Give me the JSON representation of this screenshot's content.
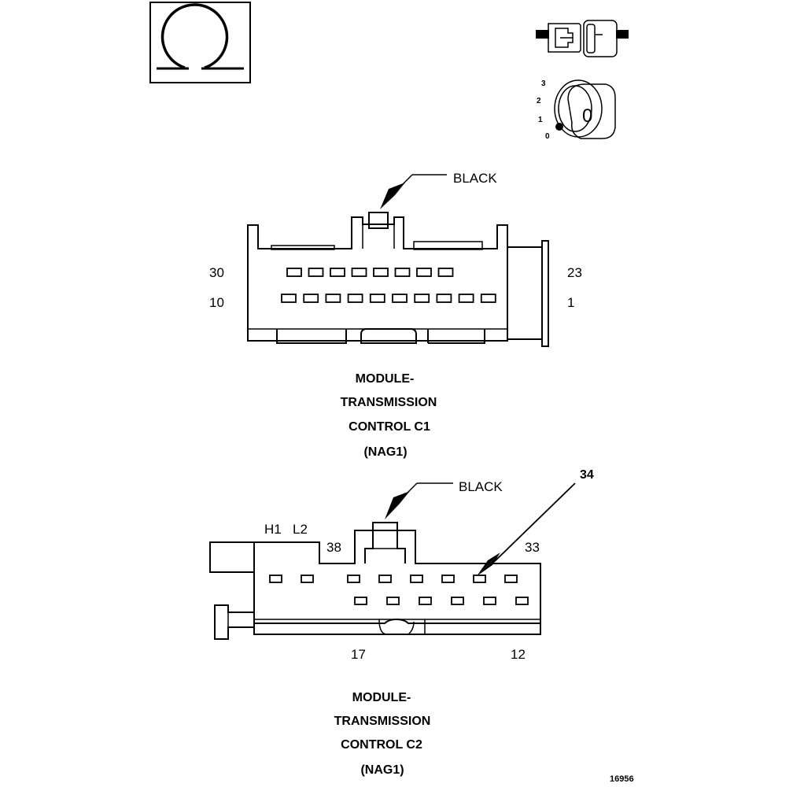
{
  "symbols": {
    "ohm_icon": "ohm-symbol-icon",
    "connector_icon": "disconnected-connector-icon",
    "ignition_icon": "ignition-key-icon",
    "ignition_positions": [
      "3",
      "2",
      "1",
      "0"
    ],
    "ignition_key_label": "0"
  },
  "connector_c1": {
    "callout": "BLACK",
    "pin_labels": {
      "top_left": "30",
      "bottom_left": "10",
      "top_right": "23",
      "bottom_right": "1"
    },
    "title_lines": [
      "MODULE-",
      "TRANSMISSION",
      "CONTROL C1",
      "(NAG1)"
    ],
    "top_row_pins": 8,
    "bottom_row_pins": 10
  },
  "connector_c2": {
    "callout": "BLACK",
    "pointer_label": "34",
    "pin_labels": {
      "h1": "H1",
      "l2": "L2",
      "top_left": "38",
      "top_right": "33",
      "bottom_left": "17",
      "bottom_right": "12"
    },
    "title_lines": [
      "MODULE-",
      "TRANSMISSION",
      "CONTROL C2",
      "(NAG1)"
    ],
    "top_row_pins": 8,
    "bottom_row_pins": 6
  },
  "figure_id": "16956"
}
